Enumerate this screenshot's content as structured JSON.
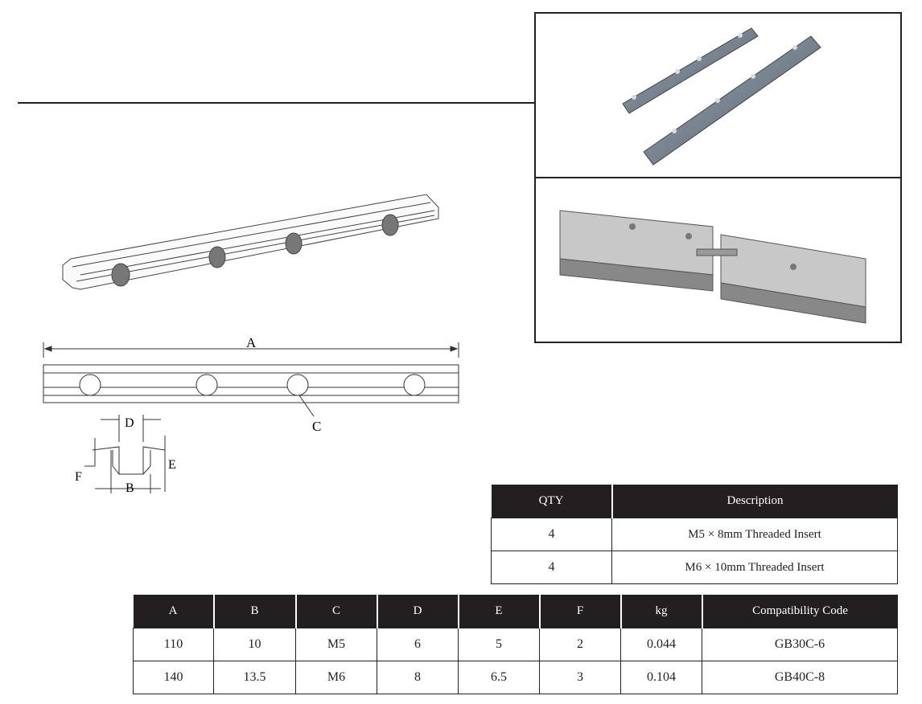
{
  "drawing_labels": {
    "A": "A",
    "B": "B",
    "C": "C",
    "D": "D",
    "E": "E",
    "F": "F"
  },
  "qty_table": {
    "headers": [
      "QTY",
      "Description"
    ],
    "rows": [
      [
        "4",
        "M5 × 8mm Threaded Insert"
      ],
      [
        "4",
        "M6 × 10mm Threaded Insert"
      ]
    ]
  },
  "spec_table": {
    "headers": [
      "A",
      "B",
      "C",
      "D",
      "E",
      "F",
      "kg",
      "Compatibility Code"
    ],
    "rows": [
      [
        "110",
        "10",
        "M5",
        "6",
        "5",
        "2",
        "0.044",
        "GB30C-6"
      ],
      [
        "140",
        "13.5",
        "M6",
        "8",
        "6.5",
        "3",
        "0.104",
        "GB40C-8"
      ]
    ]
  }
}
